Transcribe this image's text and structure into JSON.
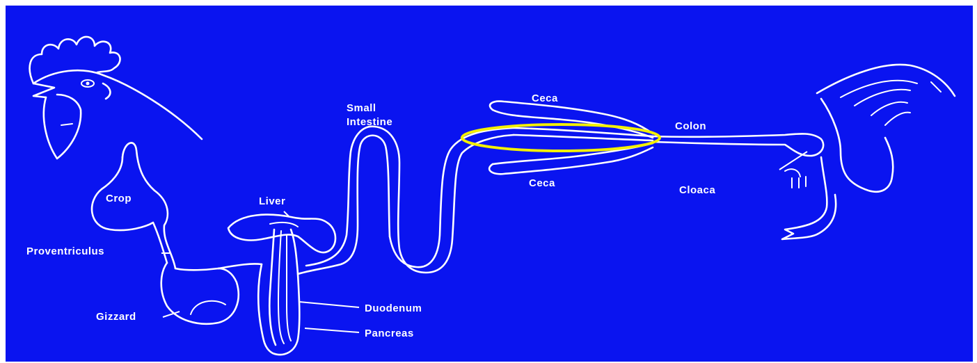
{
  "colors": {
    "background": "#0a14f0",
    "line": "#ffffff",
    "highlight": "#f3f000"
  },
  "labels": {
    "ceca_top": "Ceca",
    "small_intestine_1": "Small",
    "small_intestine_2": "Intestine",
    "colon": "Colon",
    "crop": "Crop",
    "liver": "Liver",
    "ceca_bottom": "Ceca",
    "cloaca": "Cloaca",
    "proventriculus": "Proventriculus",
    "duodenum": "Duodenum",
    "gizzard": "Gizzard",
    "pancreas": "Pancreas"
  }
}
